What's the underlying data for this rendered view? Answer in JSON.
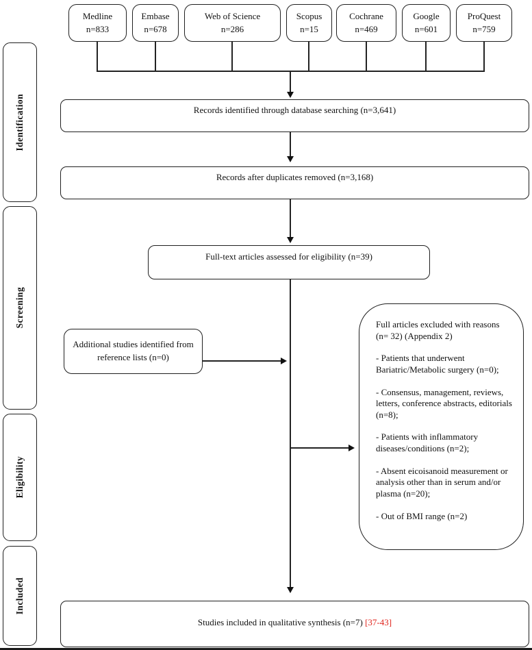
{
  "colors": {
    "border": "#1f1f1f",
    "text": "#111111",
    "reference_red": "#e0241c",
    "background": "#ffffff"
  },
  "stages": [
    {
      "label": "Identification"
    },
    {
      "label": "Screening"
    },
    {
      "label": "Eligibility"
    },
    {
      "label": "Included"
    }
  ],
  "sources": [
    {
      "name": "Medline",
      "count": "n=833"
    },
    {
      "name": "Embase",
      "count": "n=678"
    },
    {
      "name": "Web of Science",
      "count": "n=286"
    },
    {
      "name": "Scopus",
      "count": "n=15"
    },
    {
      "name": "Cochrane",
      "count": "n=469"
    },
    {
      "name": "Google",
      "count": "n=601"
    },
    {
      "name": "ProQuest",
      "count": "n=759"
    }
  ],
  "flow": {
    "records_identified": "Records identified through database searching (n=3,641)",
    "records_deduplicated": "Records after duplicates removed (n=3,168)",
    "fulltext_assessed": "Full-text articles assessed for eligibility (n=39)",
    "additional_studies": "Additional studies identified from reference lists (n=0)",
    "included_text": "Studies included in qualitative synthesis (n=7) ",
    "included_reference": "[37-43]"
  },
  "excluded": {
    "title_line1": "Full articles excluded with reasons",
    "title_line2": "(n= 32) (Appendix 2)",
    "reasons": [
      "- Patients that underwent Bariatric/Metabolic surgery (n=0);",
      "- Consensus, management, reviews, letters, conference abstracts, editorials (n=8);",
      "- Patients with inflammatory diseases/conditions (n=2);",
      "- Absent eicoisanoid measurement or analysis other than in serum and/or plasma (n=20);",
      "- Out of BMI range (n=2)"
    ]
  }
}
